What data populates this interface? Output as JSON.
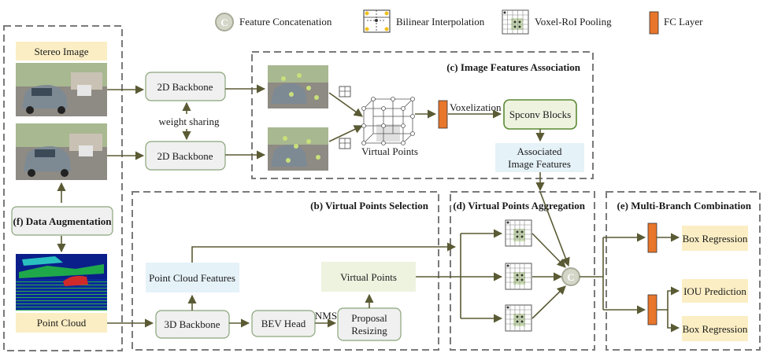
{
  "legend": {
    "concat": "Feature Concatenation",
    "concat_symbol": "C",
    "bilinear": "Bilinear Interpolation",
    "voxel_roi": "Voxel-RoI Pooling",
    "fc": "FC Layer"
  },
  "modules": {
    "image_assoc": "(c) Image Features Association",
    "vp_selection": "(b) Virtual Points Selection",
    "vp_aggregation": "(d) Virtual Points Aggregation",
    "multi_branch": "(e) Multi-Branch Combination",
    "data_aug": "(f) Data Augmentation"
  },
  "nodes": {
    "stereo_image": "Stereo Image",
    "backbone_2d_top": "2D Backbone",
    "backbone_2d_bottom": "2D Backbone",
    "weight_sharing": "weight sharing",
    "virtual_points_cube": "Virtual Points",
    "voxelization": "Voxelization",
    "spconv": "Spconv Blocks",
    "assoc_features_l1": "Associated",
    "assoc_features_l2": "Image Features",
    "point_cloud": "Point Cloud",
    "point_cloud_features": "Point Cloud Features",
    "virtual_points": "Virtual Points",
    "backbone_3d": "3D Backbone",
    "bev_head": "BEV Head",
    "nms": "NMS",
    "proposal_l1": "Proposal",
    "proposal_l2": "Resizing",
    "box_regression_1": "Box Regression",
    "iou_prediction": "IOU Prediction",
    "box_regression_2": "Box Regression"
  },
  "colors": {
    "label_fill": "#fbeec4",
    "feature_fill": "#e5f2f8",
    "node_fill": "#f0f0f0",
    "fc_fill": "#e8762b",
    "arrow": "#5a5a34",
    "dashed_border": "#7a7a7a"
  }
}
